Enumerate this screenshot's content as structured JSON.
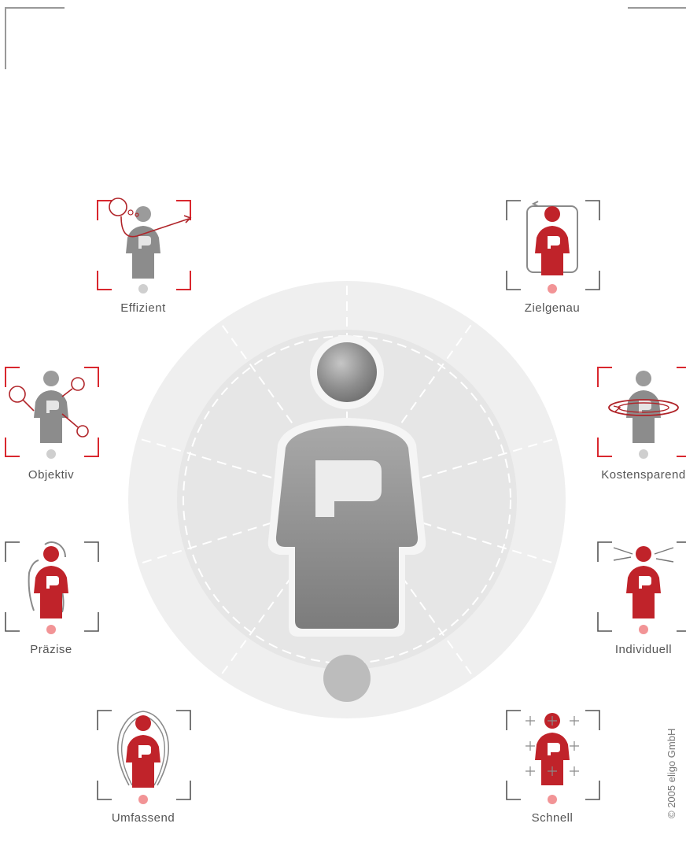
{
  "items": [
    {
      "key": "effizient",
      "label": "Effizient"
    },
    {
      "key": "zielgenau",
      "label": "Zielgenau"
    },
    {
      "key": "objektiv",
      "label": "Objektiv"
    },
    {
      "key": "kostensparend",
      "label": "Kostensparend"
    },
    {
      "key": "praezise",
      "label": "Präzise"
    },
    {
      "key": "individuell",
      "label": "Individuell"
    },
    {
      "key": "umfassend",
      "label": "Umfassend"
    },
    {
      "key": "schnell",
      "label": "Schnell"
    }
  ],
  "center_badge": "P",
  "copyright": "© 2005 eligo GmbH",
  "colors": {
    "red": "#c0232a",
    "gray": "#8c8c8c",
    "lightgray": "#eeeeee",
    "frame_red": "#d9272e",
    "frame_gray": "#666666"
  }
}
